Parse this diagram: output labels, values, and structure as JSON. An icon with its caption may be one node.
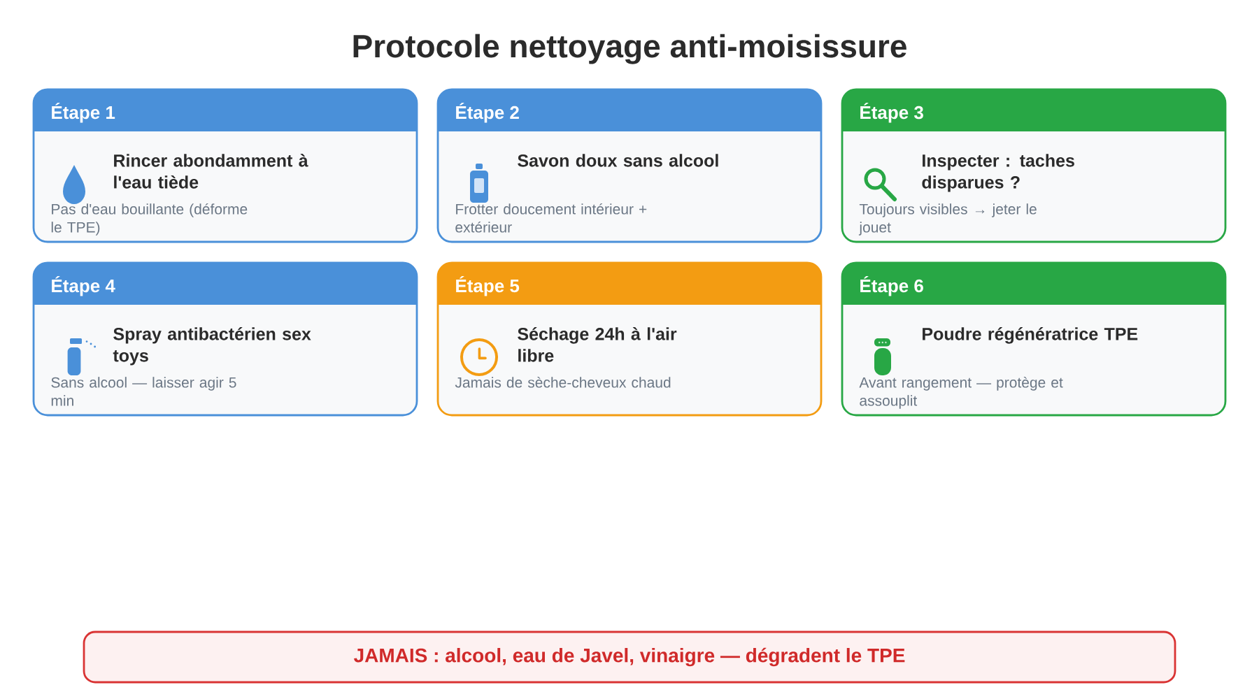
{
  "diagram": {
    "title": "Protocole nettoyage anti-moisissure",
    "nodes": [
      {
        "text": [
          "Étape 1",
          "Rincer abondamment à l'eau tiède",
          "Pas d'eau bouillante (déforme le TPE)"
        ]
      },
      {
        "text": [
          "Étape 2",
          "Savon doux sans alcool",
          "Frotter doucement intérieur + extérieur"
        ]
      },
      {
        "text": [
          "Étape 3",
          "Inspecter : taches disparues ?",
          "Toujours visibles → jeter le jouet"
        ]
      },
      {
        "text": [
          "Étape 4",
          "Spray antibactérien sex toys",
          "Sans alcool — laisser agir 5 min"
        ]
      },
      {
        "text": [
          "Étape 5",
          "Séchage 24h à l'air libre",
          "Jamais de sèche-cheveux chaud"
        ]
      },
      {
        "text": [
          "Étape 6",
          "Poudre régénératrice TPE",
          "Avant rangement — protège et assouplit"
        ]
      },
      {
        "text": [
          "JAMAIS : alcool, eau de Javel, vinaigre — dégradent le TPE"
        ]
      }
    ]
  }
}
